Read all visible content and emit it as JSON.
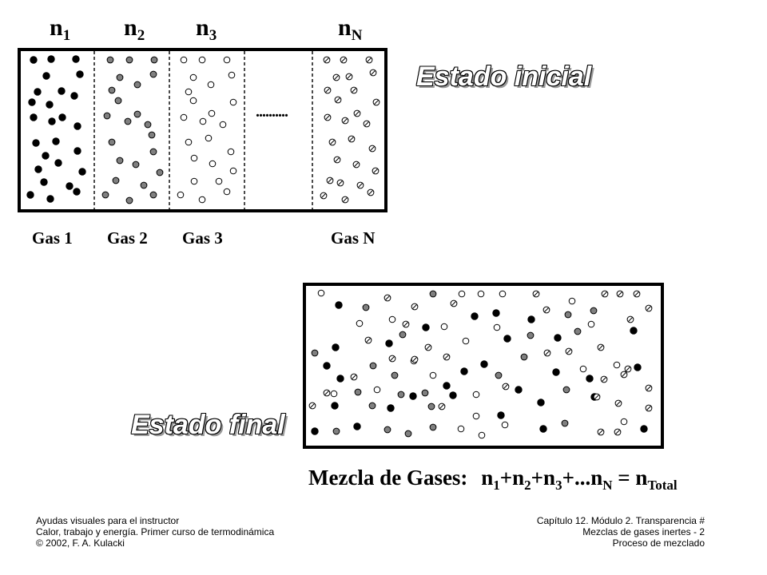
{
  "top_labels": [
    {
      "base": "n",
      "sub": "1"
    },
    {
      "base": "n",
      "sub": "2"
    },
    {
      "base": "n",
      "sub": "3"
    },
    {
      "base": "n",
      "sub": "N"
    }
  ],
  "gas_labels": [
    "Gas 1",
    "Gas 2",
    "Gas 3",
    "Gas N"
  ],
  "ellipsis_text": "..........",
  "initial_state_title": "Estado inicial",
  "final_state_title": "Estado final",
  "mixture": {
    "label": "Mezcla de Gases:",
    "n1": "n",
    "s1": "1",
    "plus1": "+",
    "n2": "n",
    "s2": "2",
    "plus2": "+",
    "n3": "n",
    "s3": "3",
    "dots": "+...",
    "nN": "n",
    "sN": "N",
    "equals": " = ",
    "nT": "n",
    "sT": "Total"
  },
  "footer_left": [
    "Ayudas visuales para el instructor",
    "Calor, trabajo y energía. Primer curso de termodinámica",
    "© 2002, F. A. Kulacki"
  ],
  "footer_right": [
    "Capítulo 12. Módulo 2. Transparencia",
    "Mezclas de gases inertes - 2",
    "Proceso de mezclado"
  ],
  "footer_page_symbol": "#",
  "colors": {
    "gas1": "#000000",
    "gas2": "#808080",
    "gas3": "#ffffff",
    "gasN": "#ffffff",
    "stroke": "#000000"
  }
}
